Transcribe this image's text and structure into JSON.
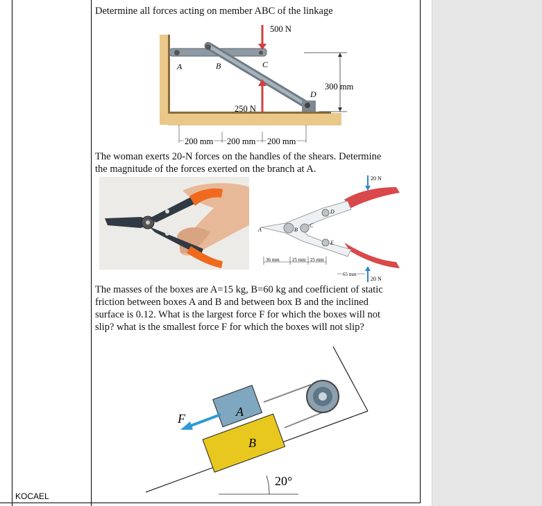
{
  "left_column": {
    "label": "KOCAEL"
  },
  "problems": [
    {
      "text": "Determine all forces acting on member ABC of the linkage",
      "figure": {
        "force_top": "500 N",
        "force_bottom": "250 N",
        "points": [
          "A",
          "B",
          "C",
          "D"
        ],
        "height_dim": "300 mm",
        "spacings": [
          "200 mm",
          "200 mm",
          "200 mm"
        ]
      }
    },
    {
      "text_line1": "The woman exerts 20-N forces on the handles of the shears. Determine",
      "text_line2": "the magnitude of the forces exerted on the branch at A.",
      "figure": {
        "force_top": "20 N",
        "force_bottom": "20 N",
        "points": [
          "A",
          "B",
          "C",
          "D",
          "E"
        ],
        "dims": [
          "36 mm",
          "25 mm",
          "25 mm"
        ],
        "dim_65": "65 mm"
      }
    },
    {
      "lines": [
        "The masses of the boxes are A=15 kg, B=60 kg and coefficient of static",
        "friction between boxes A and B and between box B and the inclined",
        "surface is 0.12. What is the largest force F for which the boxes will not",
        "slip? what is the smallest force F for which the boxes will not slip?"
      ],
      "figure": {
        "force_label": "F",
        "box_a": "A",
        "box_b": "B",
        "angle": "20°",
        "colors": {
          "box_a": "#7fa7bf",
          "box_b": "#e8c81e",
          "arrow": "#2e9bd6"
        }
      }
    }
  ]
}
